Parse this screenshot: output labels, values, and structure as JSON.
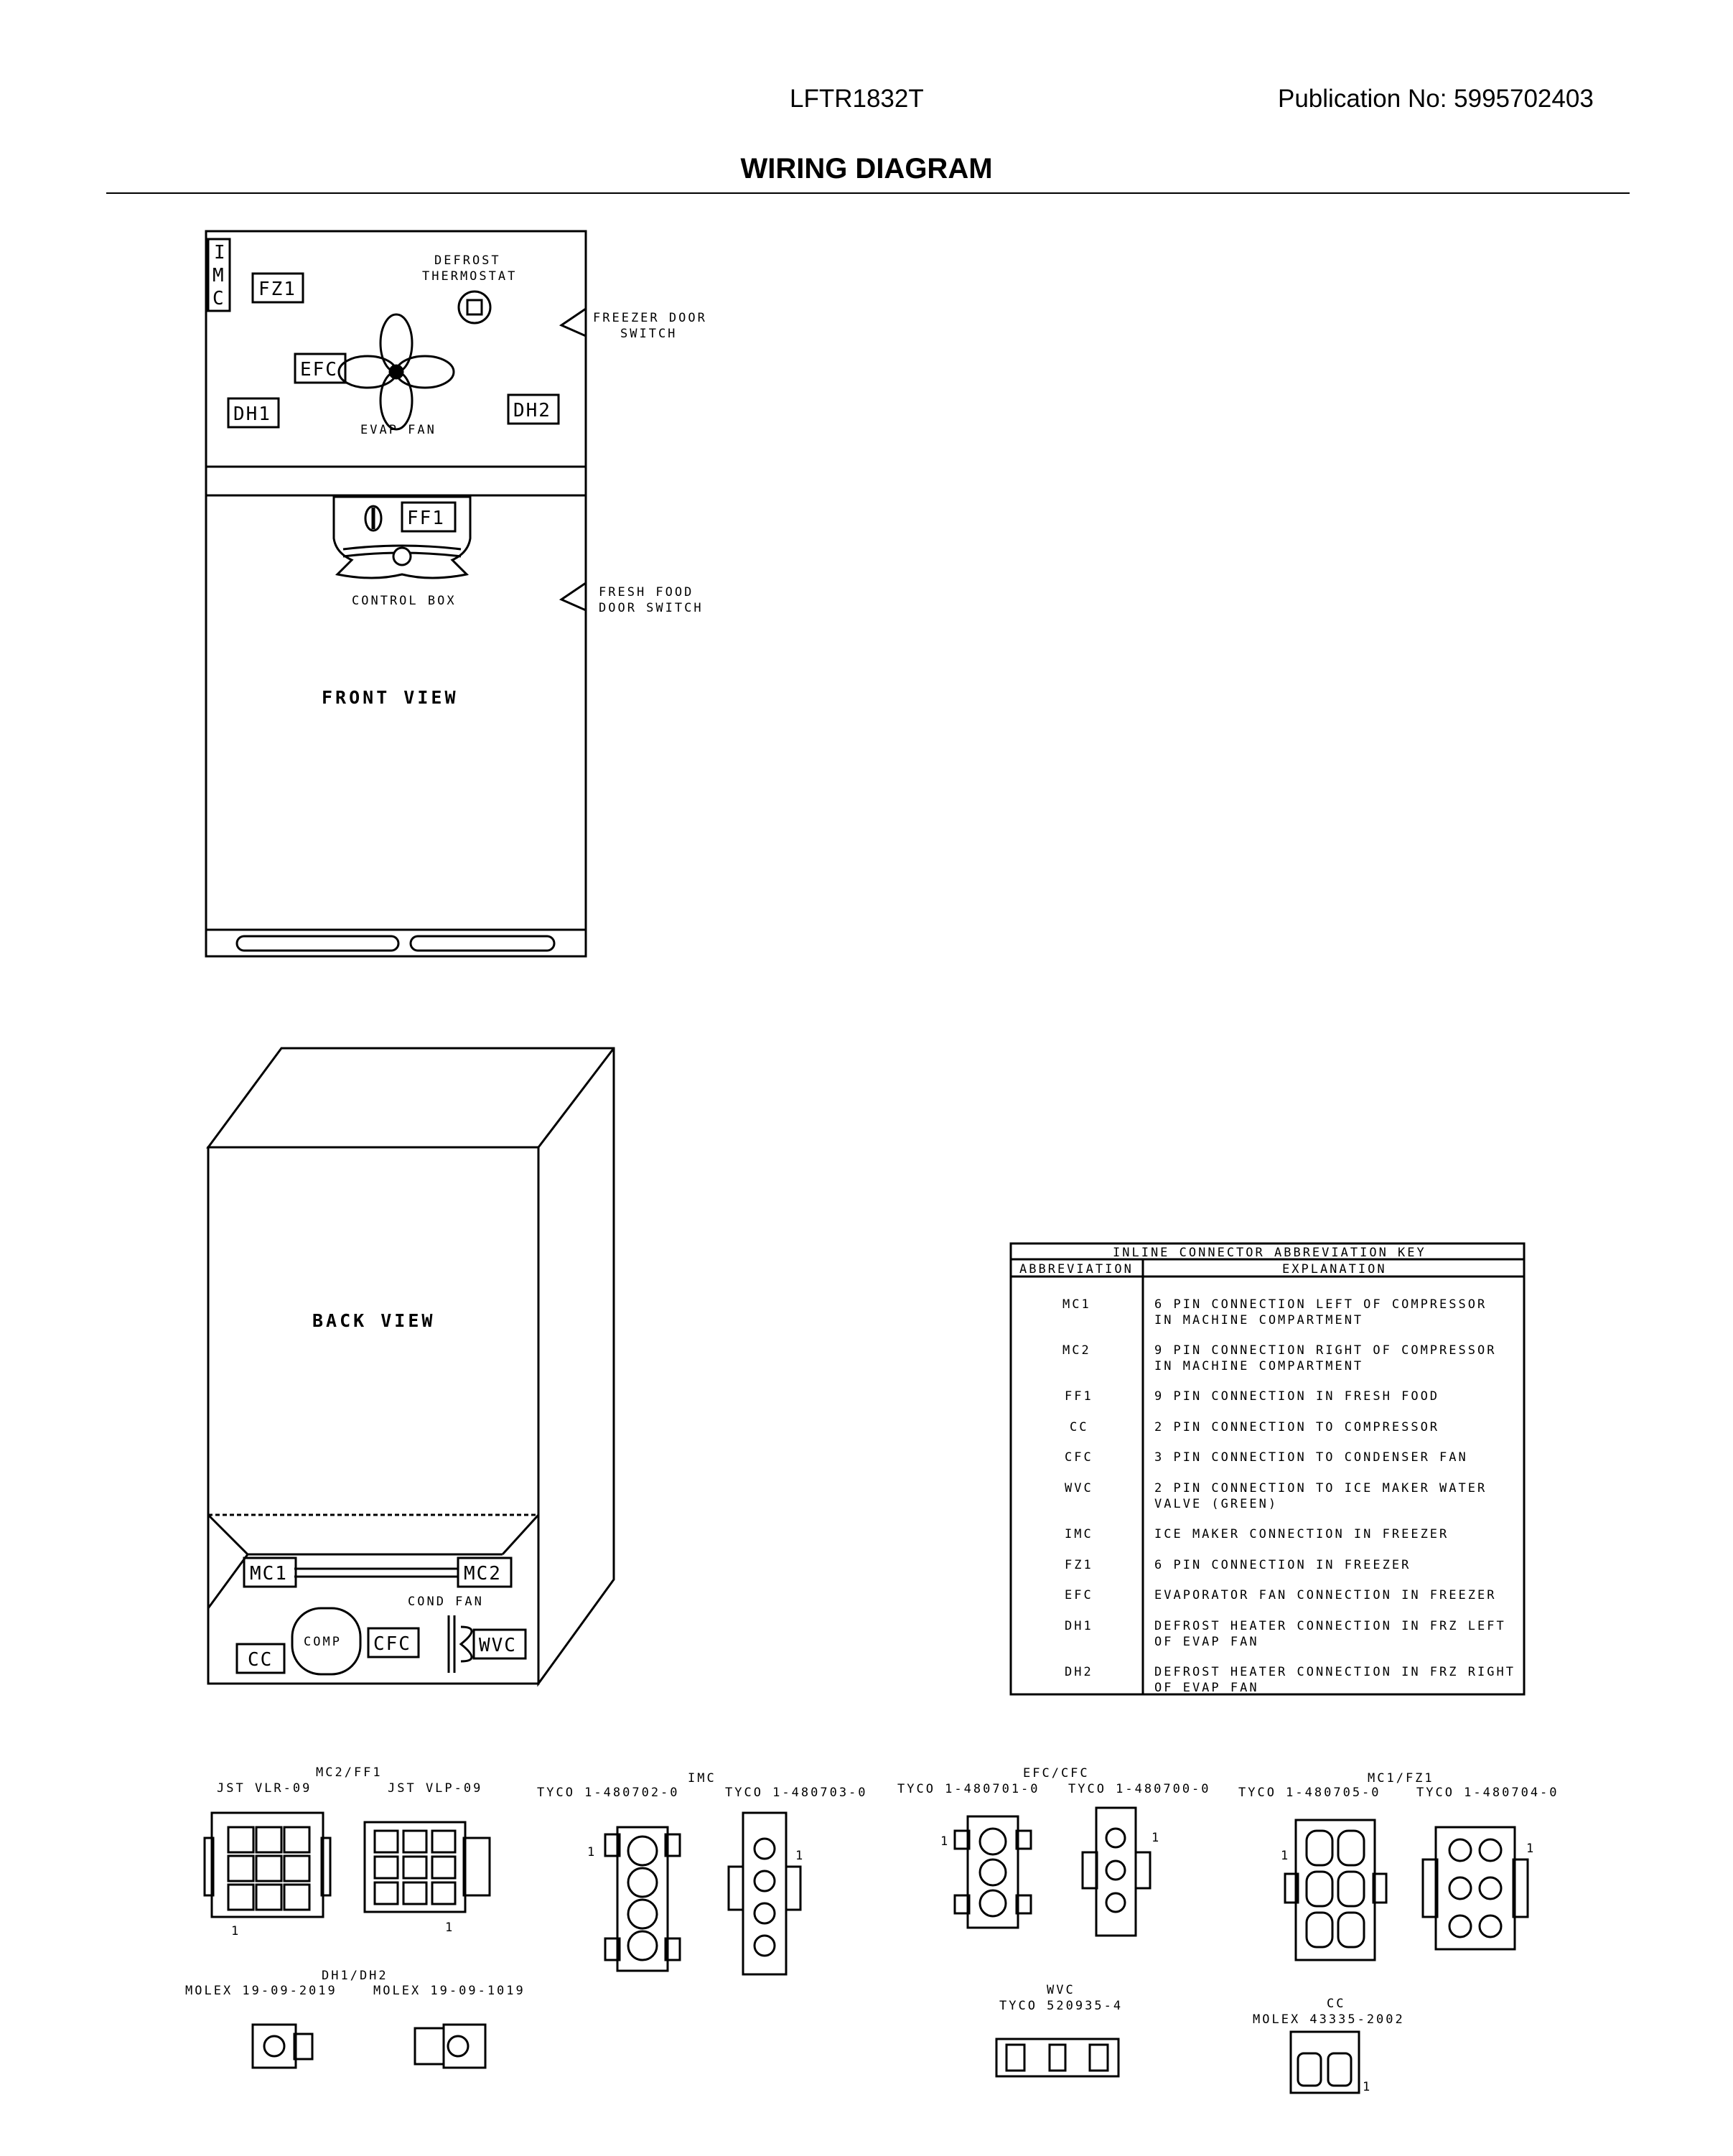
{
  "header": {
    "model": "LFTR1832T",
    "publication": "Publication No:  5995702403",
    "title": "WIRING DIAGRAM"
  },
  "front_view": {
    "title": "FRONT VIEW",
    "imc_letters": [
      "I",
      "M",
      "C"
    ],
    "fz1": "FZ1",
    "efc": "EFC",
    "dh1": "DH1",
    "dh2": "DH2",
    "ff1": "FF1",
    "defrost_line1": "DEFROST",
    "defrost_line2": "THERMOSTAT",
    "evap_fan": "EVAP FAN",
    "control_box": "CONTROL BOX",
    "freezer_switch_line1": "FREEZER DOOR",
    "freezer_switch_line2": "SWITCH",
    "ff_switch_line1": "FRESH FOOD",
    "ff_switch_line2": "DOOR SWITCH"
  },
  "back_view": {
    "title": "BACK VIEW",
    "mc1": "MC1",
    "mc2": "MC2",
    "cond_fan": "COND FAN",
    "cc": "CC",
    "comp": "COMP",
    "cfc": "CFC",
    "wvc": "WVC"
  },
  "key_table": {
    "title": "INLINE CONNECTOR ABBREVIATION KEY",
    "col1": "ABBREVIATION",
    "col2": "EXPLANATION",
    "rows": [
      {
        "abbr": "MC1",
        "line1": "6 PIN CONNECTION LEFT OF COMPRESSOR",
        "line2": "IN MACHINE COMPARTMENT"
      },
      {
        "abbr": "MC2",
        "line1": "9 PIN CONNECTION RIGHT OF COMPRESSOR",
        "line2": "IN MACHINE COMPARTMENT"
      },
      {
        "abbr": "FF1",
        "line1": "9 PIN CONNECTION IN FRESH FOOD",
        "line2": ""
      },
      {
        "abbr": "CC",
        "line1": "2 PIN CONNECTION TO COMPRESSOR",
        "line2": ""
      },
      {
        "abbr": "CFC",
        "line1": "3 PIN CONNECTION TO CONDENSER FAN",
        "line2": ""
      },
      {
        "abbr": "WVC",
        "line1": "2 PIN CONNECTION TO ICE MAKER WATER",
        "line2": "VALVE (GREEN)"
      },
      {
        "abbr": "IMC",
        "line1": "ICE MAKER CONNECTION IN FREEZER",
        "line2": ""
      },
      {
        "abbr": "FZ1",
        "line1": "6 PIN CONNECTION IN FREEZER",
        "line2": ""
      },
      {
        "abbr": "EFC",
        "line1": "EVAPORATOR FAN CONNECTION IN FREEZER",
        "line2": ""
      },
      {
        "abbr": "DH1",
        "line1": "DEFROST HEATER CONNECTION IN FRZ LEFT",
        "line2": "OF EVAP FAN"
      },
      {
        "abbr": "DH2",
        "line1": "DEFROST HEATER CONNECTION IN FRZ RIGHT",
        "line2": "OF EVAP FAN"
      }
    ]
  },
  "connectors": {
    "mc2ff1": {
      "group": "MC2/FF1",
      "left": "JST VLR-09",
      "right": "JST VLP-09",
      "pin": "1"
    },
    "imc": {
      "group": "IMC",
      "left": "TYCO 1-480702-0",
      "right": "TYCO 1-480703-0",
      "pin": "1"
    },
    "efccfc": {
      "group": "EFC/CFC",
      "left": "TYCO 1-480701-0",
      "right": "TYCO 1-480700-0",
      "pin": "1"
    },
    "mc1fz1": {
      "group": "MC1/FZ1",
      "left": "TYCO 1-480705-0",
      "right": "TYCO 1-480704-0",
      "pin": "1"
    },
    "dh": {
      "group": "DH1/DH2",
      "left": "MOLEX 19-09-2019",
      "right": "MOLEX 19-09-1019"
    },
    "wvc": {
      "group": "WVC",
      "part": "TYCO 520935-4"
    },
    "cc": {
      "group": "CC",
      "part": "MOLEX 43335-2002",
      "pin": "1"
    }
  }
}
